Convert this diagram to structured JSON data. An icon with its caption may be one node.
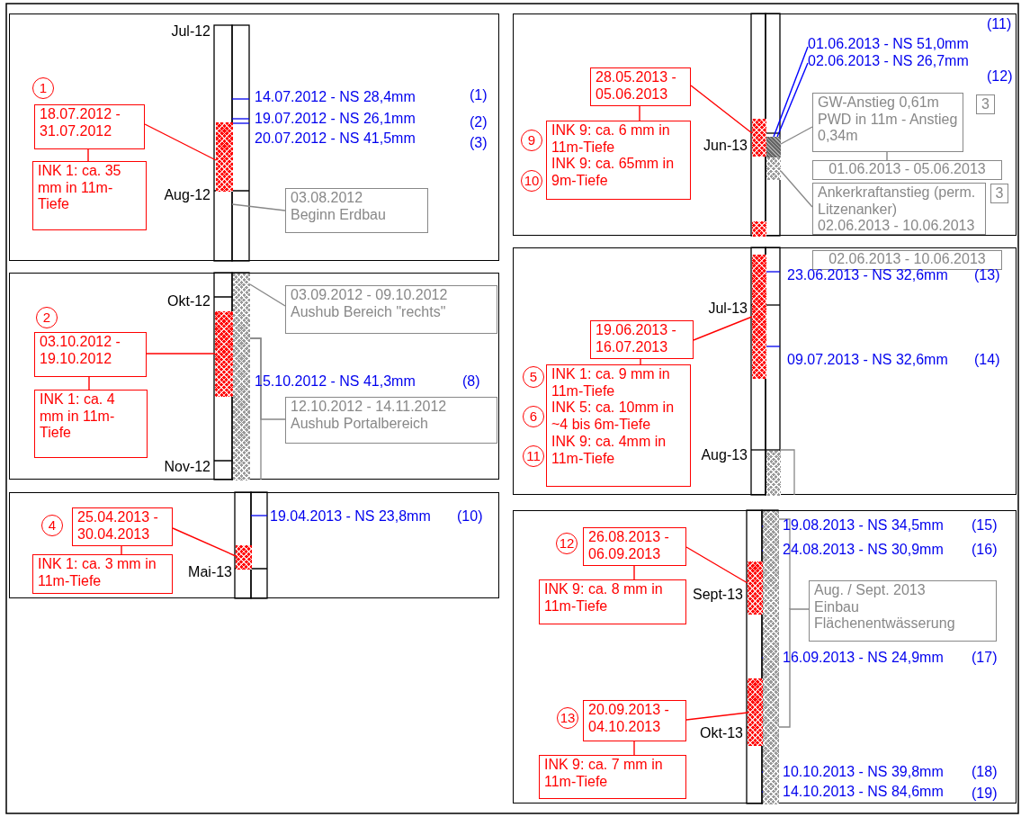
{
  "diagram": {
    "nodes": [
      {
        "text": [],
        "shape": "box"
      },
      {
        "text": [
          "1"
        ],
        "in": 0
      },
      {
        "text": [
          "18.07.2012 - 31.07.2012"
        ],
        "in": 0
      },
      {
        "text": [
          "INK 1: ca. 35 mm in 11m-Tiefe"
        ],
        "in": 0
      },
      {
        "text": [],
        "shape": "bar",
        "in": 0
      },
      {
        "text": [
          "03.08.2012",
          "Beginn Erdbau"
        ],
        "in": 0
      },
      {
        "text": [],
        "shape": "box"
      },
      {
        "text": [
          "2"
        ],
        "in": 6
      },
      {
        "text": [
          "03.10.2012 - 19.10.2012"
        ],
        "in": 6
      },
      {
        "text": [
          "INK 1: ca. 4 mm in 11m-Tiefe"
        ],
        "in": 6
      },
      {
        "text": [],
        "shape": "bar",
        "in": 6
      },
      {
        "text": [],
        "shape": "bar",
        "in": 6
      },
      {
        "text": [
          "03.09.2012 - 09.10.2012",
          "Aushub Bereich \"rechts\""
        ],
        "in": 6
      },
      {
        "text": [
          "12.10.2012 - 14.11.2012",
          "Aushub Portalbereich"
        ],
        "in": 6
      },
      {
        "text": [],
        "shape": "box"
      },
      {
        "text": [
          "4"
        ],
        "in": 14
      },
      {
        "text": [
          "25.04.2013 - 30.04.2013"
        ],
        "in": 14
      },
      {
        "text": [
          "INK 1: ca. 3 mm in 11m-Tiefe"
        ],
        "in": 14
      },
      {
        "text": [],
        "shape": "bar",
        "in": 14
      },
      {
        "text": [],
        "shape": "box"
      },
      {
        "text": [
          "28.05.2013 - 05.06.2013"
        ],
        "in": 19
      },
      {
        "text": [
          "9"
        ],
        "in": 19
      },
      {
        "text": [
          "10"
        ],
        "in": 19
      },
      {
        "text": [
          "INK 9: ca. 6 mm in 11m-Tiefe",
          "INK 9: ca. 65mm in 9m-Tiefe"
        ],
        "in": 19
      },
      {
        "text": [],
        "shape": "bar",
        "in": 19
      },
      {
        "text": [],
        "shape": "bar",
        "in": 19
      },
      {
        "text": [
          "01.06.2013 - NS 51,0mm"
        ],
        "in": 19
      },
      {
        "text": [
          "02.06.2013 - NS 26,7mm"
        ],
        "in": 19
      },
      {
        "text": [],
        "shape": "bar",
        "in": 19
      },
      {
        "text": [],
        "shape": "bar",
        "in": 19
      },
      {
        "text": [
          "GW-Anstieg 0,61m PWD in 11m - Anstieg 0,34m"
        ],
        "in": 19
      },
      {
        "text": [
          "3"
        ],
        "in": 19
      },
      {
        "text": [
          "01.06.2013 - 05.06.2013"
        ],
        "in": 19
      },
      {
        "text": [
          "Ankerkraftanstieg (perm. Litzenanker)",
          "02.06.2013 - 10.06.2013"
        ],
        "in": 19
      },
      {
        "text": [
          "3"
        ],
        "in": 19
      },
      {
        "text": [],
        "shape": "box"
      },
      {
        "text": [
          "02.06.2013 - 10.06.2013"
        ],
        "in": 35
      },
      {
        "text": [
          "19.06.2013 - 16.07.2013"
        ],
        "in": 35
      },
      {
        "text": [
          "5"
        ],
        "in": 35
      },
      {
        "text": [
          "6"
        ],
        "in": 35
      },
      {
        "text": [
          "11"
        ],
        "in": 35
      },
      {
        "text": [
          "INK 1: ca. 9 mm in 11m-Tiefe",
          "INK 5: ca. 10mm in ~4 bis 6m-Tiefe",
          "INK 9: ca. 4mm in 11m-Tiefe"
        ],
        "in": 35
      },
      {
        "text": [],
        "shape": "bar",
        "in": 35
      },
      {
        "text": [],
        "shape": "bar",
        "in": 35
      },
      {
        "text": [],
        "shape": "box"
      },
      {
        "text": [
          "12"
        ],
        "in": 44
      },
      {
        "text": [
          "26.08.2013 - 06.09.2013"
        ],
        "in": 44
      },
      {
        "text": [
          "INK 9: ca. 8 mm in 11m-Tiefe"
        ],
        "in": 44
      },
      {
        "text": [
          "13"
        ],
        "in": 44
      },
      {
        "text": [
          "20.09.2013 - 04.10.2013"
        ],
        "in": 44
      },
      {
        "text": [
          "INK 9: ca. 7 mm in 11m-Tiefe"
        ],
        "in": 44
      },
      {
        "text": [],
        "shape": "bar",
        "in": 44
      },
      {
        "text": [],
        "shape": "bar",
        "in": 44
      },
      {
        "text": [],
        "shape": "bar",
        "in": 44
      },
      {
        "text": [
          "Aug. / Sept. 2013",
          "Einbau Flächenentwässerung"
        ],
        "in": 44
      }
    ],
    "edges": [
      {
        "from": 2,
        "to": 4,
        "arrow": "none"
      },
      {
        "from": 2,
        "to": 3,
        "arrow": "none"
      },
      {
        "from": 5,
        "to": null,
        "arrow": "none",
        "color": "#888888"
      },
      {
        "from": 8,
        "to": 10,
        "arrow": "none"
      },
      {
        "from": 8,
        "to": 9,
        "arrow": "none"
      },
      {
        "from": 12,
        "to": 11,
        "arrow": "none",
        "color": "#888888"
      },
      {
        "from": 13,
        "to": 11,
        "arrow": "none",
        "color": "#888888"
      },
      {
        "from": 16,
        "to": 18,
        "arrow": "none"
      },
      {
        "from": 16,
        "to": 17,
        "arrow": "none"
      },
      {
        "from": 20,
        "to": 24,
        "arrow": "none"
      },
      {
        "from": 20,
        "to": 23,
        "arrow": "none"
      },
      {
        "from": 26,
        "to": 28,
        "arrow": "none",
        "color": "#0000ff"
      },
      {
        "from": 27,
        "to": 28,
        "arrow": "none",
        "color": "#0000ff"
      },
      {
        "from": 30,
        "to": 28,
        "arrow": "none",
        "color": "#888888"
      },
      {
        "from": 30,
        "to": 32,
        "arrow": "none",
        "color": "#888888"
      },
      {
        "from": 33,
        "to": 29,
        "arrow": "none",
        "color": "#888888"
      },
      {
        "from": 37,
        "to": 42,
        "arrow": "none"
      },
      {
        "from": 37,
        "to": 41,
        "arrow": "none"
      },
      {
        "from": 46,
        "to": 51,
        "arrow": "none"
      },
      {
        "from": 46,
        "to": 47,
        "arrow": "none"
      },
      {
        "from": 49,
        "to": 52,
        "arrow": "none"
      },
      {
        "from": 49,
        "to": 50,
        "arrow": "none"
      },
      {
        "from": 54,
        "to": 53,
        "arrow": "none",
        "color": "#888888"
      }
    ],
    "labels": [
      "Jul-12",
      "14.07.2012 - NS 28,4mm",
      "(1)",
      "19.07.2012 - NS 26,1mm",
      "(2)",
      "20.07.2012 - NS 41,5mm",
      "(3)",
      "Aug-12",
      "Okt-12",
      "15.10.2012 - NS 41,3mm",
      "(8)",
      "Nov-12",
      "19.04.2013 - NS 23,8mm",
      "(10)",
      "Mai-13",
      "(11)",
      "(12)",
      "Jun-13",
      "23.06.2013 - NS 32,6mm",
      "(13)",
      "Jul-13",
      "09.07.2013 - NS 32,6mm",
      "(14)",
      "Aug-13",
      "19.08.2013 - NS 34,5mm",
      "(15)",
      "24.08.2013 - NS 30,9mm",
      "(16)",
      "Sept-13",
      "16.09.2013 - NS 24,9mm",
      "(17)",
      "Okt-13",
      "10.10.2013 - NS 39,8mm",
      "(18)",
      "14.10.2013 - NS 84,6mm",
      "(19)"
    ]
  }
}
